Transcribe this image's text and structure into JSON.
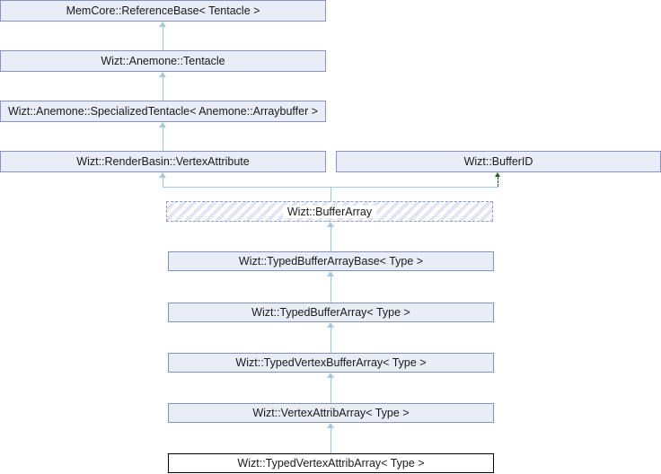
{
  "diagram": {
    "kind": "class-inheritance-graph",
    "palette": {
      "node_border": "#8494c4",
      "node_fill": "#e9edf7",
      "hatch_stripe": "#e2e6f2",
      "current_node_border": "#000000",
      "current_node_fill": "#ffffff",
      "arrow_public_inheritance": "#a6c8de",
      "arrow_protected_inheritance": "#1e641e",
      "text": "#1a1a1a",
      "background": "#ffffff"
    },
    "nodes": [
      {
        "id": "referencebase",
        "label": "MemCore::ReferenceBase< Tentacle >",
        "style": "default"
      },
      {
        "id": "tentacle",
        "label": "Wizt::Anemone::Tentacle",
        "style": "default"
      },
      {
        "id": "specializedtentacle",
        "label": "Wizt::Anemone::SpecializedTentacle< Anemone::Arraybuffer >",
        "style": "default"
      },
      {
        "id": "vertexattribute",
        "label": "Wizt::RenderBasin::VertexAttribute",
        "style": "default"
      },
      {
        "id": "bufferid",
        "label": "Wizt::BufferID",
        "style": "default"
      },
      {
        "id": "bufferarray",
        "label": "Wizt::BufferArray",
        "style": "undocumented-hatched"
      },
      {
        "id": "typedbufferarraybase",
        "label": "Wizt::TypedBufferArrayBase< Type >",
        "style": "default"
      },
      {
        "id": "typedbufferarray",
        "label": "Wizt::TypedBufferArray< Type >",
        "style": "default"
      },
      {
        "id": "typedvertexbufferarray",
        "label": "Wizt::TypedVertexBufferArray< Type >",
        "style": "default"
      },
      {
        "id": "vertexattribarray",
        "label": "Wizt::VertexAttribArray< Type >",
        "style": "default"
      },
      {
        "id": "typedvertexattribarray",
        "label": "Wizt::TypedVertexAttribArray< Type >",
        "style": "current"
      }
    ],
    "edges": [
      {
        "from": "tentacle",
        "to": "referencebase",
        "type": "public-inheritance"
      },
      {
        "from": "specializedtentacle",
        "to": "tentacle",
        "type": "public-inheritance"
      },
      {
        "from": "vertexattribute",
        "to": "specializedtentacle",
        "type": "public-inheritance"
      },
      {
        "from": "bufferarray",
        "to": "vertexattribute",
        "type": "public-inheritance"
      },
      {
        "from": "bufferarray",
        "to": "bufferid",
        "type": "protected-inheritance"
      },
      {
        "from": "typedbufferarraybase",
        "to": "bufferarray",
        "type": "public-inheritance"
      },
      {
        "from": "typedbufferarray",
        "to": "typedbufferarraybase",
        "type": "public-inheritance"
      },
      {
        "from": "typedvertexbufferarray",
        "to": "typedbufferarray",
        "type": "public-inheritance"
      },
      {
        "from": "vertexattribarray",
        "to": "typedvertexbufferarray",
        "type": "public-inheritance"
      },
      {
        "from": "typedvertexattribarray",
        "to": "vertexattribarray",
        "type": "public-inheritance"
      }
    ]
  }
}
